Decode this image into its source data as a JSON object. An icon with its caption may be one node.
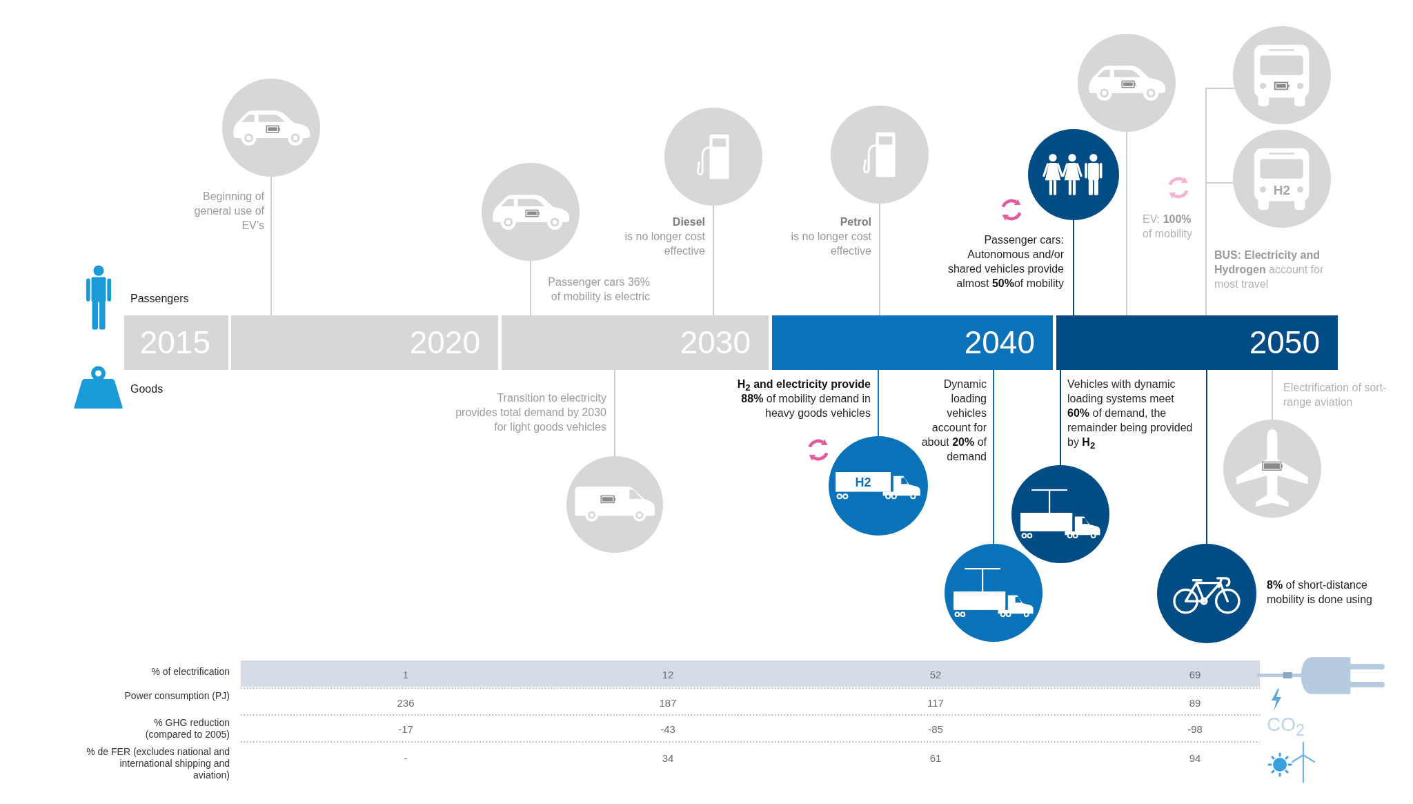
{
  "diagram": {
    "nodes": [
      {
        "text": [],
        "shape": "circle",
        "beside": [
          "Beginning of general use of EV’s"
        ]
      },
      {
        "text": [],
        "shape": "circle",
        "beside": [
          "Passenger cars 36% of mobility is electric"
        ]
      },
      {
        "text": [],
        "shape": "circle",
        "beside": [
          "**Diesel** is no longer cost effective"
        ]
      },
      {
        "text": [],
        "shape": "circle",
        "beside": [
          "**Petrol** is no longer cost effective"
        ]
      },
      {
        "text": [],
        "shape": "circle",
        "beside": [
          "Passenger cars: Autonomous and/or shared vehicles provide almost **50%**of mobility"
        ]
      },
      {
        "text": [],
        "shape": "circle"
      },
      {
        "text": [],
        "shape": "circle"
      },
      {
        "text": [
          "H2"
        ],
        "beside": [
          "**BUS: Electricity and Hydrogen** account for most travel"
        ]
      },
      {
        "text": [
          "2015"
        ]
      },
      {
        "text": [
          "2020"
        ]
      },
      {
        "text": [
          "2030"
        ]
      },
      {
        "text": [
          "2040"
        ]
      },
      {
        "text": [
          "2050"
        ]
      },
      {
        "text": [],
        "shape": "circle",
        "beside": [
          "Transition to electricity provides total demand by 2030 for light goods vehicles"
        ]
      },
      {
        "text": [
          "H2"
        ]
      },
      {
        "text": [],
        "shape": "circle"
      },
      {
        "text": [],
        "shape": "circle"
      },
      {
        "text": [],
        "shape": "circle",
        "beside": [
          "**8%** of short-distance mobility is done using"
        ]
      },
      {
        "text": [],
        "shape": "circle",
        "beside": [
          "Electrification of sort-range aviation"
        ]
      }
    ],
    "edges": [
      {
        "from": 0,
        "to": 9,
        "arrow": "none"
      },
      {
        "from": 1,
        "to": 10,
        "arrow": "none"
      },
      {
        "from": 2,
        "to": 10,
        "arrow": "none"
      },
      {
        "from": 3,
        "to": 11,
        "arrow": "none"
      },
      {
        "from": 4,
        "to": 12,
        "arrow": "none",
        "color": "#0b4a80"
      },
      {
        "from": 5,
        "to": 12,
        "arrow": "none"
      },
      {
        "from": 6,
        "to": 12,
        "arrow": "none"
      },
      {
        "from": 7,
        "to": 12,
        "arrow": "none"
      },
      {
        "from": 13,
        "to": 10,
        "arrow": "none"
      },
      {
        "from": 14,
        "to": 11,
        "arrow": "none",
        "color": "#0a72b8"
      },
      {
        "from": 15,
        "to": 11,
        "arrow": "none",
        "color": "#0a72b8"
      },
      {
        "from": 16,
        "to": 12,
        "arrow": "none",
        "color": "#0b4a80"
      },
      {
        "from": 17,
        "to": 12,
        "arrow": "none",
        "color": "#0b4a80"
      },
      {
        "from": 18,
        "to": 12,
        "arrow": "none"
      }
    ],
    "labels": [
      "EV: **100%** of mobility",
      "Passengers",
      "Goods",
      "**H$_{2}$ and electricity provide 88%** of mobility demand in heavy goods vehicles",
      "Dynamic loading vehicles account for about **20%** of demand",
      "Vehicles with dynamic loading systems meet **60%** of demand, the remainder being provided by **H$_{2}$**",
      "% of electrification",
      "1",
      "12",
      "52",
      "69",
      "Power consumption (PJ)",
      "236",
      "187",
      "117",
      "89",
      "% GHG reduction (compared to 2005)",
      "-17",
      "-43",
      "-85",
      "-98",
      "CO$_{2}$",
      "% de FER (excludes national and international shipping and aviation)",
      "-",
      "34",
      "61",
      "94"
    ]
  }
}
